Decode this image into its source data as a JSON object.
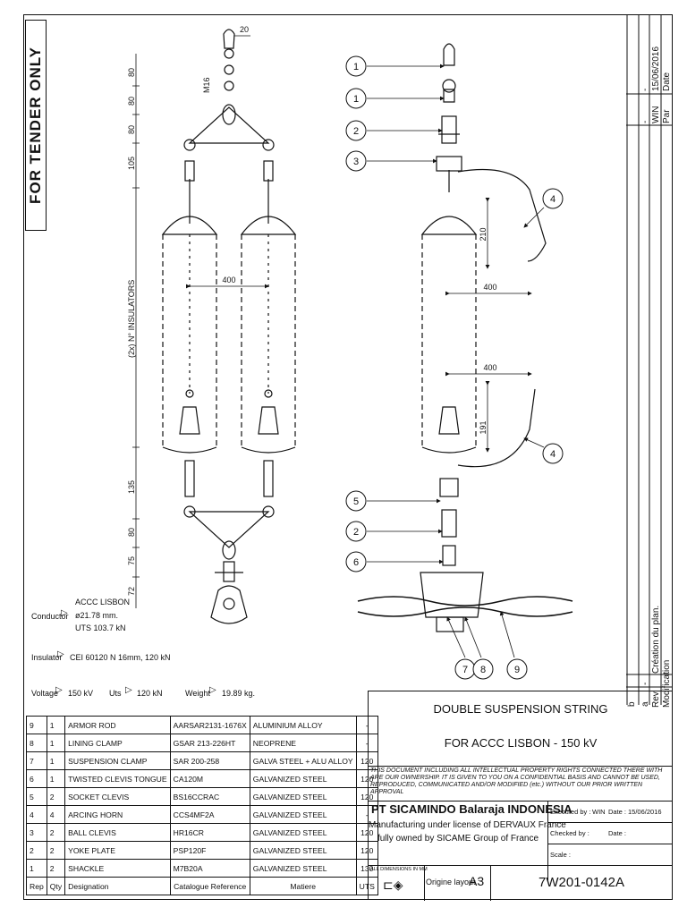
{
  "stamp": {
    "text": "FOR TENDER ONLY"
  },
  "revision": {
    "date": "15/06/2016",
    "author": "WIN",
    "date_header": "Date",
    "author_header": "Par",
    "dash": "-",
    "rev_header": "Rev",
    "modification_header": "Modification",
    "rows": [
      {
        "rev": "a",
        "dash": "-",
        "modification": "Création du plan."
      },
      {
        "rev": "b",
        "dash": "-",
        "modification": ""
      }
    ]
  },
  "drawing_left": {
    "m16": "M16",
    "dim_20": "20",
    "dim_400": "400",
    "dims_top": [
      "80",
      "80",
      "80",
      "105"
    ],
    "insulators_label": "(2x) N° INSULATORS",
    "dims_bottom": [
      "135",
      "80",
      "75",
      "72"
    ]
  },
  "drawing_right": {
    "callouts_left": [
      "1",
      "1",
      "2",
      "3",
      "5",
      "2",
      "6"
    ],
    "callouts_right": [
      "4",
      "4"
    ],
    "callouts_bottom": [
      "7",
      "8",
      "9"
    ],
    "dim_210": "210",
    "dim_400_top": "400",
    "dim_400_bottom": "400",
    "dim_191": "191"
  },
  "specs": {
    "conductor_label": "Conductor",
    "conductor_lines": [
      "ACCC LISBON",
      "ø21.78 mm.",
      "UTS 103.7 kN"
    ],
    "insulator_label": "Insulator",
    "insulator_value": "CEI 60120 N 16mm, 120 kN",
    "voltage_label": "Voltage",
    "voltage_value": "150 kV",
    "uts_label": "Uts",
    "uts_value": "120 kN",
    "weight_label": "Weight",
    "weight_value": "19.89 kg."
  },
  "bom": {
    "headers": [
      "Rep",
      "Qty",
      "Designation",
      "Catalogue Reference",
      "Matiere",
      "UTS"
    ],
    "rows": [
      {
        "rep": "9",
        "qty": "1",
        "designation": "ARMOR ROD",
        "ref": "AARSAR2131-1676X",
        "material": "ALUMINIUM ALLOY",
        "uts": "-"
      },
      {
        "rep": "8",
        "qty": "1",
        "designation": "LINING CLAMP",
        "ref": "GSAR 213-226HT",
        "material": "NEOPRENE",
        "uts": "-"
      },
      {
        "rep": "7",
        "qty": "1",
        "designation": "SUSPENSION CLAMP",
        "ref": "SAR 200-258",
        "material": "GALVA STEEL + ALU ALLOY",
        "uts": "120"
      },
      {
        "rep": "6",
        "qty": "1",
        "designation": "TWISTED CLEVIS TONGUE",
        "ref": "CA120M",
        "material": "GALVANIZED STEEL",
        "uts": "120"
      },
      {
        "rep": "5",
        "qty": "2",
        "designation": "SOCKET CLEVIS",
        "ref": "BS16CCRAC",
        "material": "GALVANIZED STEEL",
        "uts": "120"
      },
      {
        "rep": "4",
        "qty": "4",
        "designation": "ARCING HORN",
        "ref": "CCS4MF2A",
        "material": "GALVANIZED STEEL",
        "uts": "-"
      },
      {
        "rep": "3",
        "qty": "2",
        "designation": "BALL CLEVIS",
        "ref": "HR16CR",
        "material": "GALVANIZED STEEL",
        "uts": "120"
      },
      {
        "rep": "2",
        "qty": "2",
        "designation": "YOKE PLATE",
        "ref": "PSP120F",
        "material": "GALVANIZED STEEL",
        "uts": "120"
      },
      {
        "rep": "1",
        "qty": "2",
        "designation": "SHACKLE",
        "ref": "M7B20A",
        "material": "GALVANIZED STEEL",
        "uts": "130"
      }
    ]
  },
  "title_block": {
    "title_line1": "DOUBLE SUSPENSION STRING",
    "title_line2": "FOR ACCC LISBON - 150 kV",
    "confidentiality": "THIS DOCUMENT INCLUDING ALL INTELLECTUAL PROPERTY RIGHTS CONNECTED THERE WITH ARE OUR OWNERSHIP. IT IS GIVEN TO YOU ON A CONFIDENTIAL BASIS AND CANNOT BE USED, REPRODUCED, COMMUNICATED AND/OR MODIFIED (etc.) WITHOUT OUR PRIOR WRITTEN APPROVAL",
    "company": "PT SICAMINDO Balaraja INDONESIA",
    "license_line1": "Manufacturing under license of DERVAUX France",
    "license_line2": "fully owned by SICAME Group of France",
    "executed_by_label": "Executed by :",
    "executed_by_value": "WIN",
    "date_label": "Date :",
    "date_value": "15/06/2016",
    "checked_by_label": "Checked by :",
    "checked_date_label": "Date :",
    "scale_label": "Scale :",
    "dimensions_note": "ALL DIMENSIONS IN MM",
    "origin_label": "Origine layout :",
    "origin_value": "A3",
    "drawing_number": "7W201-0142A"
  }
}
